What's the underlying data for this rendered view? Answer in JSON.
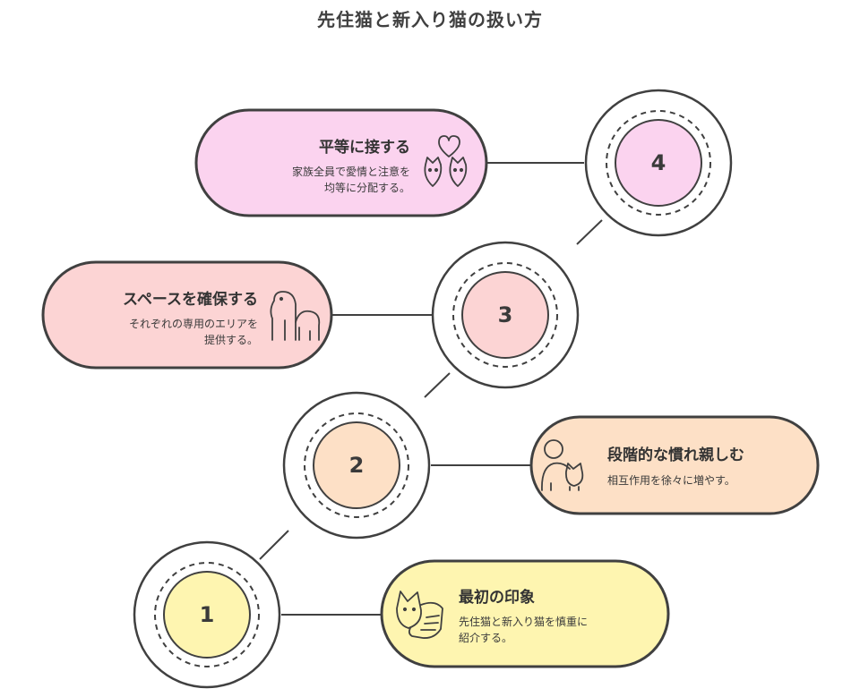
{
  "title": "先住猫と新入り猫の扱い方",
  "steps": [
    {
      "number": "1",
      "title": "最初の印象",
      "description_lines": [
        "先住猫と新入り猫を慎重に",
        "紹介する。"
      ],
      "color": "#fef5b0",
      "icon": "hand-petting-cat-icon"
    },
    {
      "number": "2",
      "title": "段階的な慣れ親しむ",
      "description_lines": [
        "相互作用を徐々に増やす。"
      ],
      "color": "#fde0c6",
      "icon": "person-with-cat-icon"
    },
    {
      "number": "3",
      "title": "スペースを確保する",
      "description_lines": [
        "それぞれの専用のエリアを",
        "提供する。"
      ],
      "color": "#fcd4d4",
      "icon": "two-pets-icon"
    },
    {
      "number": "4",
      "title": "平等に接する",
      "description_lines": [
        "家族全員で愛情と注意を",
        "均等に分配する。"
      ],
      "color": "#fbd3ef",
      "icon": "two-cats-with-heart-icon"
    }
  ],
  "colors": {
    "stroke": "#404040",
    "circle_fill": "#ffffff"
  }
}
